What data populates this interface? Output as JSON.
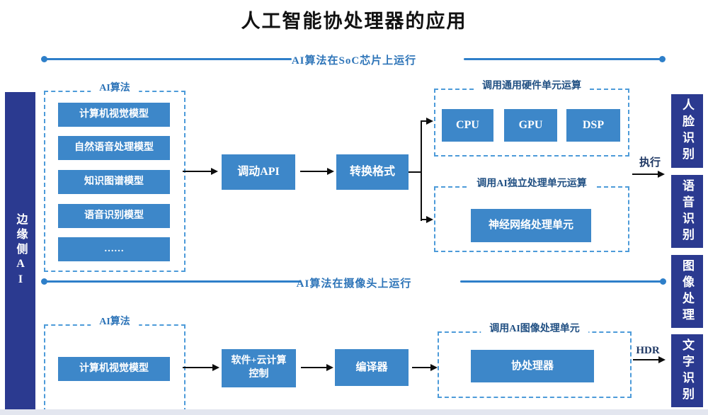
{
  "title": "人工智能协处理器的应用",
  "edge_label": "边缘侧AI",
  "soc": {
    "header": "AI算法在SoC芯片上运行",
    "algo_group_title": "AI算法",
    "algo_items": [
      "计算机视觉模型",
      "自然语音处理模型",
      "知识图谱模型",
      "语音识别模型",
      "……"
    ],
    "call_api": "调动API",
    "convert_format": "转换格式",
    "hw_group_title": "调用通用硬件单元运算",
    "hw_units": [
      "CPU",
      "GPU",
      "DSP"
    ],
    "npu_group_title": "调用AI独立处理单元运算",
    "npu_unit": "神经网络处理单元",
    "execute_label": "执行"
  },
  "camera": {
    "header": "AI算法在摄像头上运行",
    "algo_group_title": "AI算法",
    "algo_item": "计算机视觉模型",
    "software_cloud": "软件+云计算控制",
    "compiler": "编译器",
    "ipu_group_title": "调用AI图像处理单元",
    "ipu_unit": "协处理器",
    "hdr_label": "HDR"
  },
  "outputs": [
    "人脸识别",
    "语音识别",
    "图像处理",
    "文字识别"
  ],
  "colors": {
    "navy": "#2b3a90",
    "box_blue": "#3d87c9",
    "dashed_blue": "#4d9bd9",
    "divider_blue": "#2e7fc9",
    "header_blue": "#2d74b8",
    "group_title_navy": "#215083",
    "arrow_black": "#0d0d0d"
  }
}
